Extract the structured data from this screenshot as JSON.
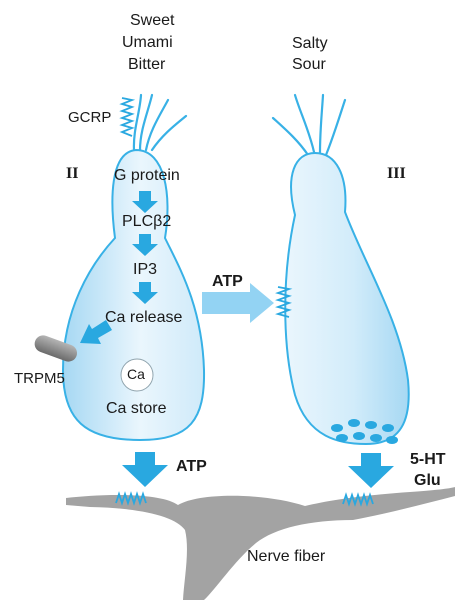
{
  "left_cell": {
    "tastes": [
      "Sweet",
      "Umami",
      "Bitter"
    ],
    "receptor_label": "GCRP",
    "cell_label": "II",
    "cascade": [
      "G protein",
      "PLCβ2",
      "IP3",
      "Ca release"
    ],
    "channel_label": "TRPM5",
    "ca_symbol": "Ca",
    "ca_store_label": "Ca store",
    "transmitter_label": "ATP"
  },
  "right_cell": {
    "tastes": [
      "Salty",
      "Sour"
    ],
    "cell_label": "III",
    "transmitter_labels": [
      "5-HT",
      "Glu"
    ]
  },
  "between_cells_label": "ATP",
  "nerve_label": "Nerve fiber",
  "colors": {
    "cell_fill_light": "#eaf6fd",
    "cell_fill_dark": "#a6d8f3",
    "outline": "#38b1e6",
    "arrow": "#29a8e0",
    "nerve": "#9e9e9e",
    "channel": "#8a8a8a"
  }
}
